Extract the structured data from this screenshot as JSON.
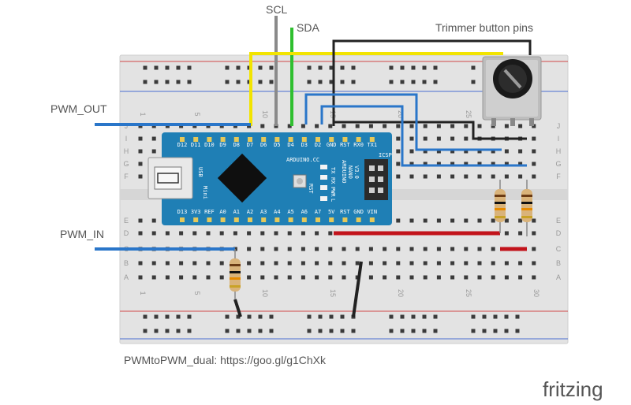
{
  "labels": {
    "scl": "SCL",
    "sda": "SDA",
    "trimmer": "Trimmer button pins",
    "pwm_out": "PWM_OUT",
    "pwm_in": "PWM_IN",
    "caption": "PWMtoPWM_dual: https://goo.gl/g1ChXk",
    "brand": "fritzing"
  },
  "arduino": {
    "top_pins": [
      "D12",
      "D11",
      "D10",
      "D9",
      "D8",
      "D7",
      "D6",
      "D5",
      "D4",
      "D3",
      "D2",
      "GND",
      "RST",
      "RX0",
      "TX1"
    ],
    "bottom_pins": [
      "D13",
      "3V3",
      "REF",
      "A0",
      "A1",
      "A2",
      "A3",
      "A4",
      "A5",
      "A6",
      "A7",
      "5V",
      "RST",
      "GND",
      "VIN"
    ],
    "usb_text": "USB",
    "mini_text": "Mini",
    "brand_text": "ARDUINO.CC",
    "model_lines": [
      "ARDUINO",
      "NANO",
      "V3.0"
    ],
    "icsp": "ICSP",
    "rst": "RST",
    "led_labels": [
      "TX",
      "RX",
      "PWR",
      "L"
    ]
  },
  "breadboard": {
    "column_numbers": [
      "1",
      "5",
      "10",
      "15",
      "20",
      "25",
      "30"
    ],
    "row_letters_left": [
      "J",
      "I",
      "H",
      "G",
      "F",
      "E",
      "D",
      "C",
      "B",
      "A"
    ],
    "row_letters_right": [
      "J",
      "I",
      "H",
      "G",
      "F",
      "E",
      "D",
      "C",
      "B",
      "A"
    ]
  },
  "colors": {
    "wire_yellow": "#f2e400",
    "wire_green": "#2fbf2f",
    "wire_grey": "#8a8a8a",
    "wire_black": "#222222",
    "wire_blue": "#2a76c9",
    "wire_red": "#c2131b",
    "arduino_board": "#1f7fb5"
  }
}
